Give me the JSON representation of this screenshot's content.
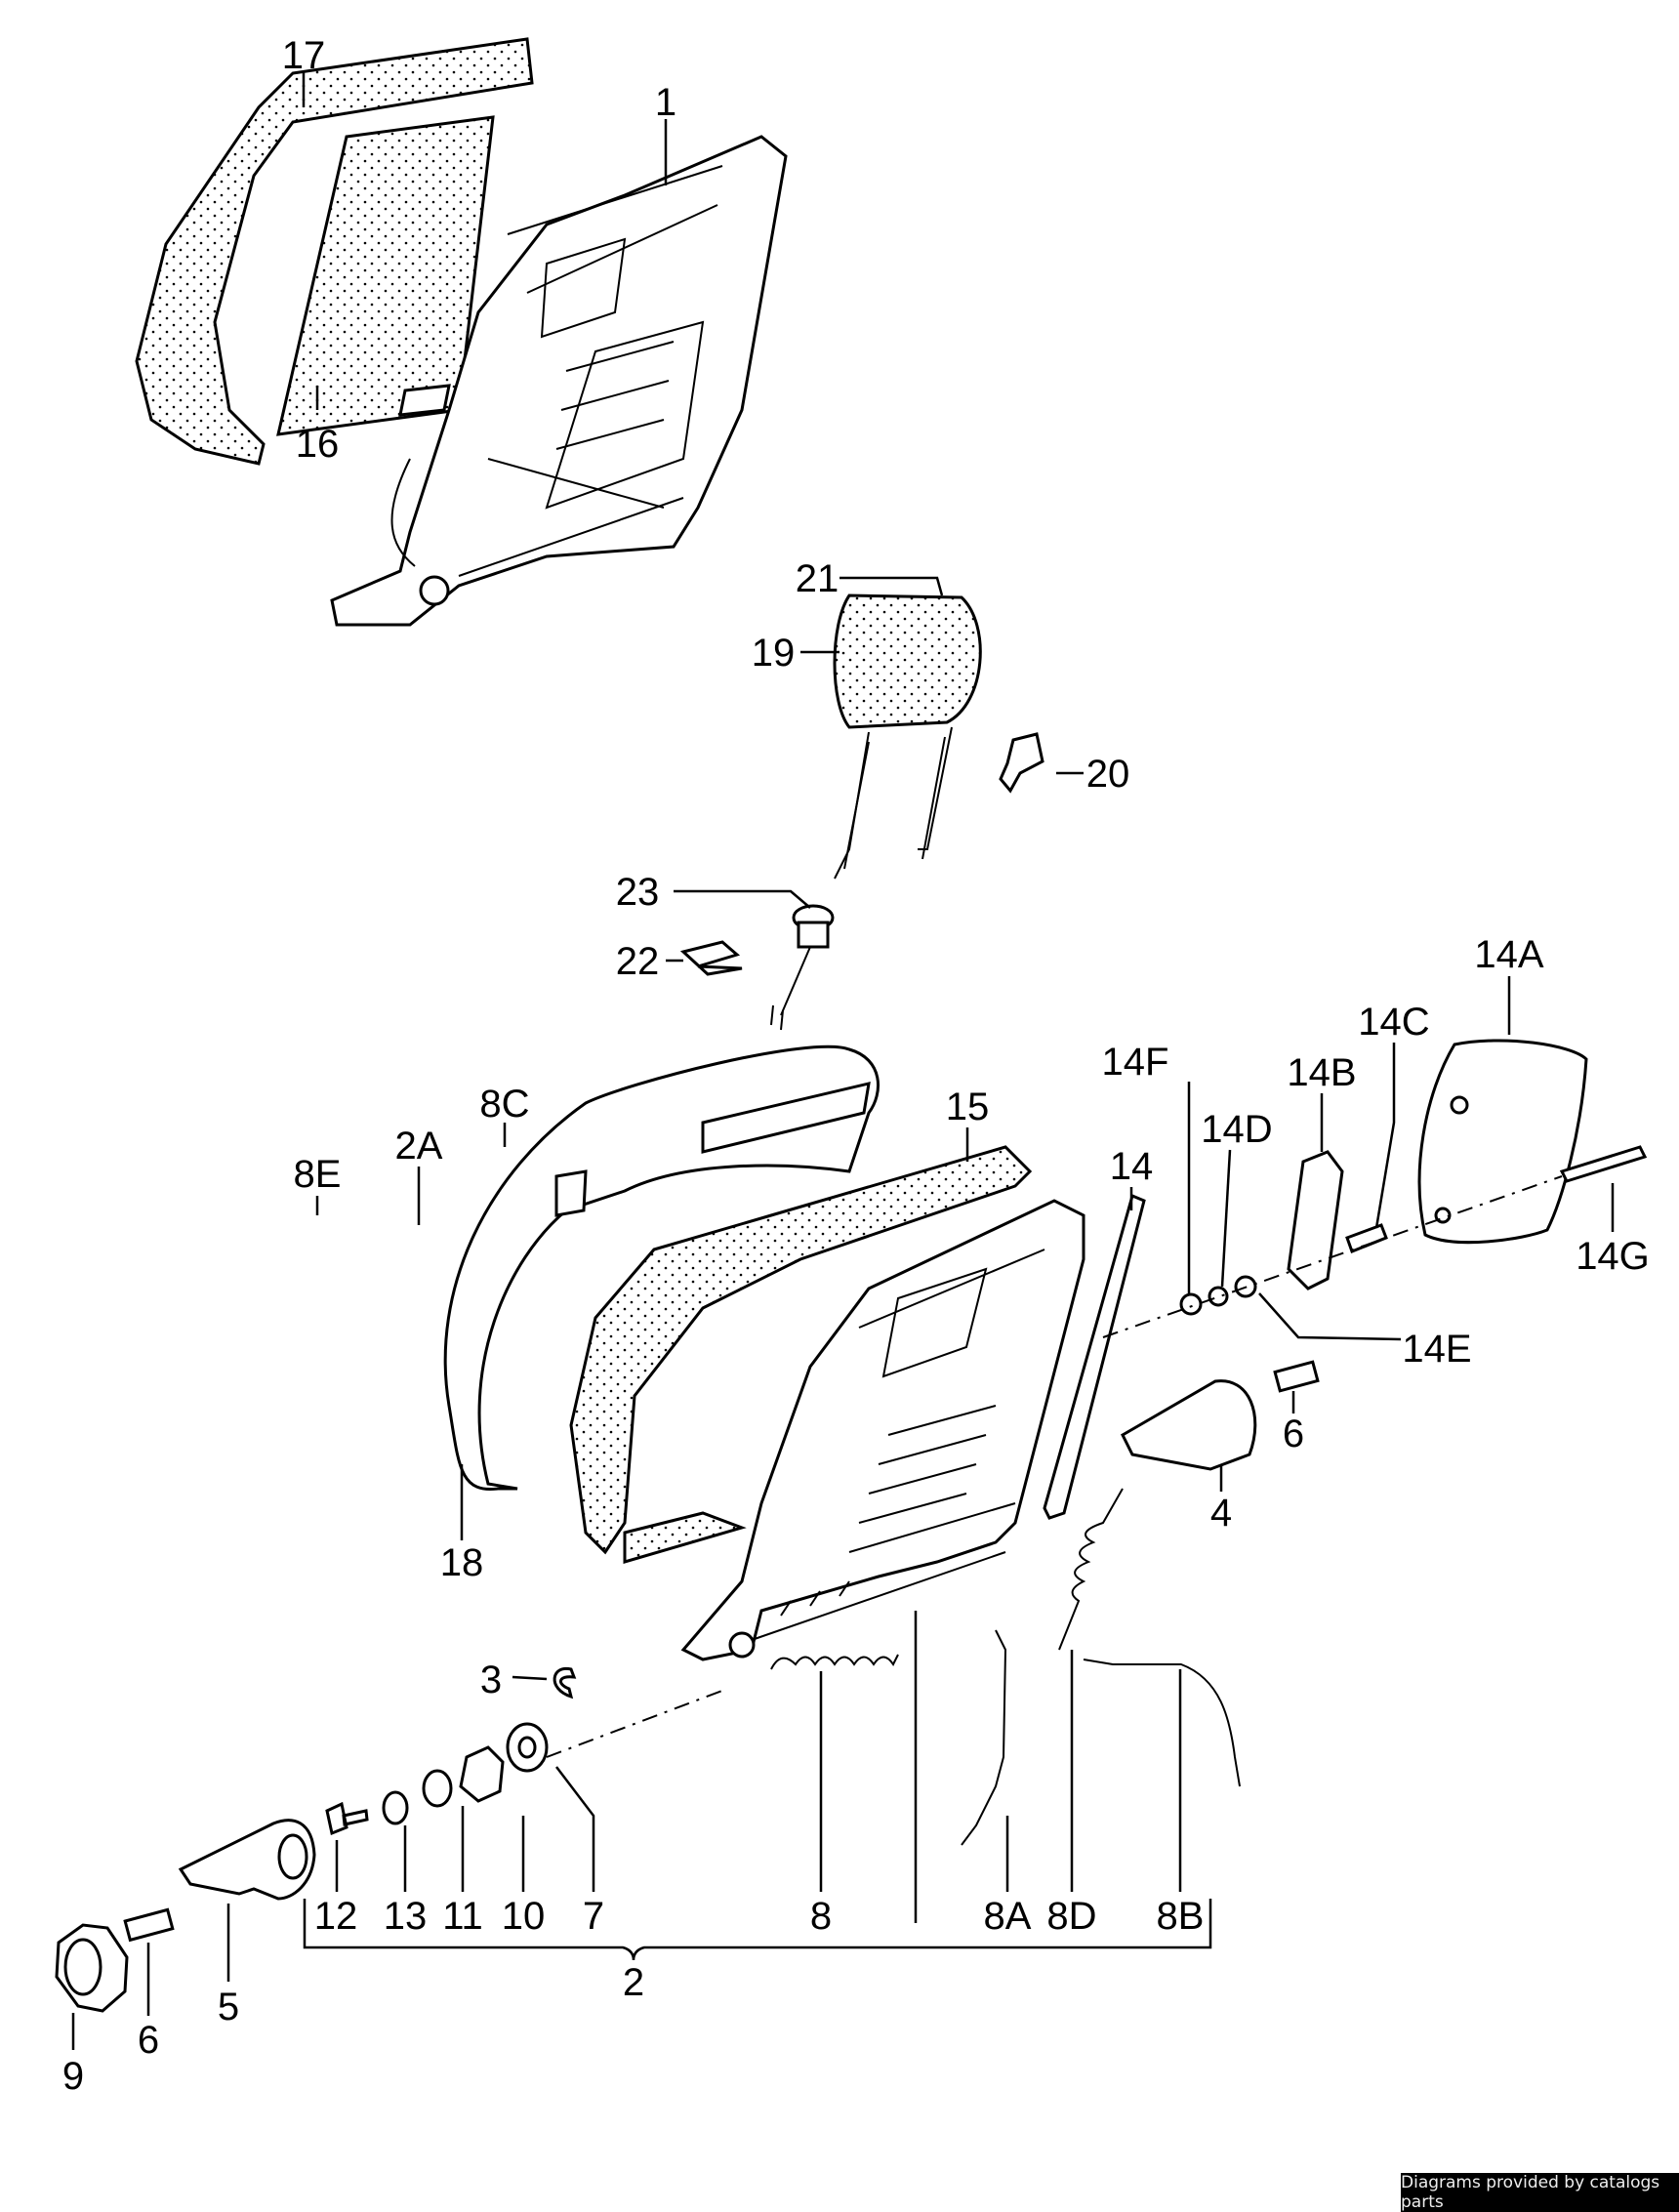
{
  "diagram": {
    "labels": {
      "p17": "17",
      "p1": "1",
      "p16": "16",
      "p21": "21",
      "p19": "19",
      "p20": "20",
      "p23": "23",
      "p22": "22",
      "p14A": "14A",
      "p14C": "14C",
      "p14F": "14F",
      "p14B": "14B",
      "p14D": "14D",
      "p15": "15",
      "p8C": "8C",
      "p2A": "2A",
      "p8E": "8E",
      "p14": "14",
      "p14G": "14G",
      "p14E": "14E",
      "p6r": "6",
      "p4": "4",
      "p18": "18",
      "p3": "3",
      "p12": "12",
      "p13": "13",
      "p11": "11",
      "p10": "10",
      "p7": "7",
      "p8": "8",
      "p8A": "8A",
      "p8D": "8D",
      "p8B": "8B",
      "p2": "2",
      "p5": "5",
      "p6l": "6",
      "p9": "9"
    }
  },
  "footer": {
    "credit": "Diagrams provided by catalogs parts"
  }
}
